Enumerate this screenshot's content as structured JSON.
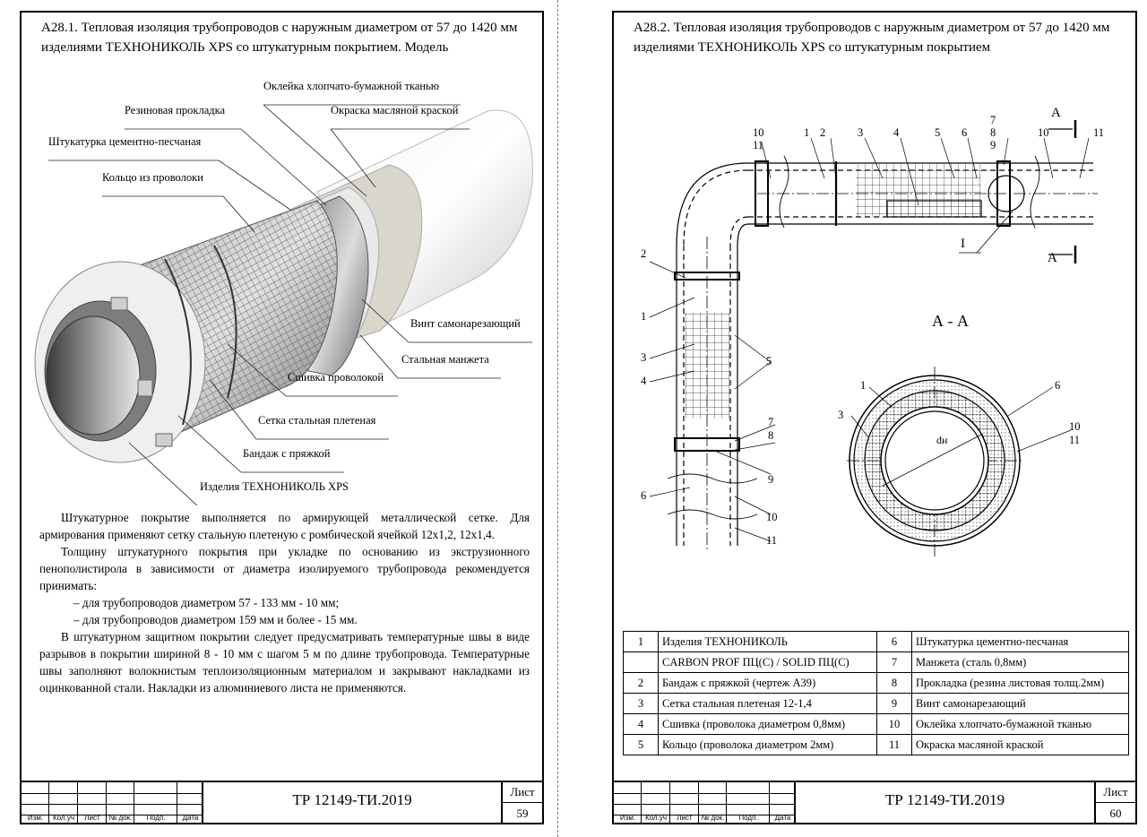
{
  "left": {
    "title": "А28.1. Тепловая изоляция трубопроводов с наружным диаметром от 57 до 1420 мм изделиями ТЕХНОНИКОЛЬ XPS со штукатурным покрытием. Модель",
    "callouts": [
      "Оклейка хлопчато-бумажной тканью",
      "Резиновая прокладка",
      "Окраска масляной краской",
      "Штукатурка цементно-песчаная",
      "Кольцо из проволоки",
      "Винт самонарезающий",
      "Стальная манжета",
      "Сшивка проволокой",
      "Сетка стальная плетеная",
      "Бандаж с пряжкой",
      "Изделия ТЕХНОНИКОЛЬ XPS"
    ],
    "paragraphs": [
      "Штукатурное покрытие выполняется по армирующей металлической сетке. Для армирования применяют сетку стальную плетеную с ромбической ячейкой 12х1,2, 12х1,4.",
      "Толщину штукатурного покрытия при укладке по основанию из экструзионного пенополистирола в зависимости от диаметра изолируемого трубопровода рекомендуется принимать:",
      "–  для трубопроводов диаметром 57 - 133 мм - 10 мм;",
      "–  для трубопроводов диаметром 159 мм и более - 15 мм.",
      "В штукатурном защитном покрытии следует предусматривать температурные швы в виде разрывов в покрытии шириной 8 - 10 мм с шагом 5 м по длине трубопровода. Температурные швы заполняют волокнистым теплоизоляционным материалом и закрывают накладками из оцинкованной стали. Накладки из алюминиевого листа не применяются."
    ],
    "sheet": "59"
  },
  "right": {
    "title": "А28.2. Тепловая изоляция трубопроводов с наружным диаметром от 57 до 1420 мм изделиями ТЕХНОНИКОЛЬ XPS со штукатурным покрытием",
    "section_label": "А - А",
    "section_mark": "А",
    "detail_mark": "I",
    "diameter_label": "dн",
    "spec_rows": [
      {
        "n1": "1",
        "t1": "Изделия ТЕХНОНИКОЛЬ",
        "n2": "6",
        "t2": "Штукатурка цементно-песчаная"
      },
      {
        "n1": "",
        "t1": "CARBON PROF ПЦ(С) / SOLID ПЦ(С)",
        "n2": "7",
        "t2": "Манжета (сталь 0,8мм)"
      },
      {
        "n1": "2",
        "t1": "Бандаж с пряжкой (чертеж А39)",
        "n2": "8",
        "t2": "Прокладка (резина листовая толщ.2мм)"
      },
      {
        "n1": "3",
        "t1": "Сетка стальная плетеная 12-1,4",
        "n2": "9",
        "t2": "Винт самонарезающий"
      },
      {
        "n1": "4",
        "t1": "Сшивка (проволока диаметром 0,8мм)",
        "n2": "10",
        "t2": "Оклейка хлопчато-бумажной тканью"
      },
      {
        "n1": "5",
        "t1": "Кольцо (проволока диаметром 2мм)",
        "n2": "11",
        "t2": "Окраска масляной краской"
      }
    ],
    "sheet": "60"
  },
  "stamp": {
    "code": "ТР 12149-ТИ.2019",
    "sheet_label": "Лист",
    "columns": [
      "Изм.",
      "Кол.уч",
      "Лист",
      "№ док.",
      "Подп.",
      "Дата"
    ]
  }
}
